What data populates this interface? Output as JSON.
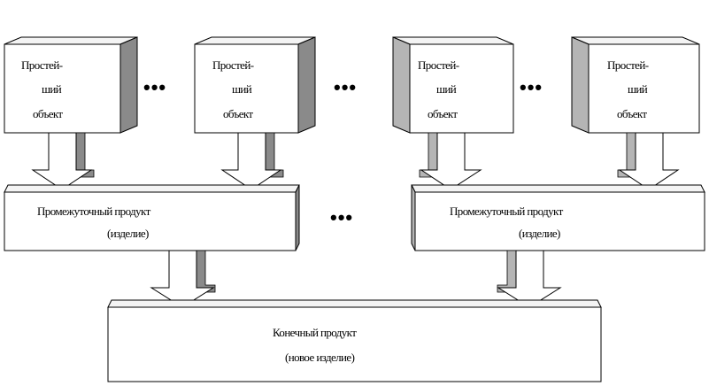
{
  "simple_object": {
    "line1": "Простей-",
    "line2": "ший",
    "line3": "объект"
  },
  "intermediate_product": {
    "line1": "Промежуточный продукт",
    "line2": "(изделие)"
  },
  "final_product": {
    "line1": "Конечный продукт",
    "line2": "(новое изделие)"
  },
  "ellipsis": "•••"
}
